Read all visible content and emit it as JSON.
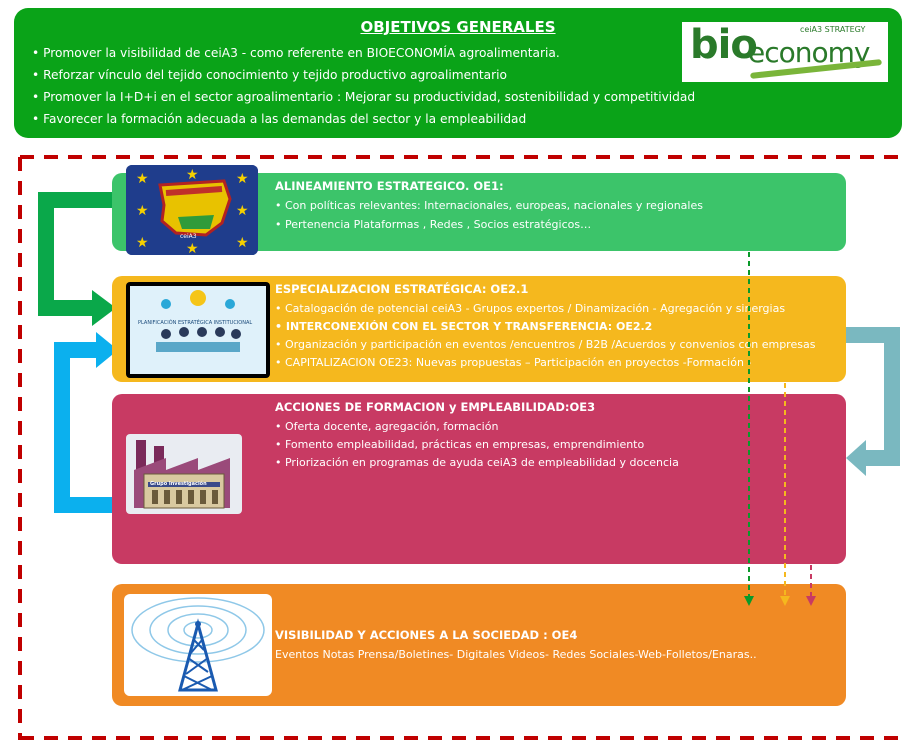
{
  "header": {
    "title": "OBJETIVOS GENERALES",
    "bullets": [
      "• Promover la visibilidad de ceiA3 - como referente en BIOECONOMÍA agroalimentaria.",
      "• Reforzar vínculo del tejido conocimiento y tejido productivo agroalimentario",
      "• Promover la I+D+i en el sector agroalimentario : Mejorar su productividad, sostenibilidad y competitividad",
      "• Favorecer la formación adecuada a las demandas del sector y la empleabilidad"
    ],
    "logo": {
      "bio": "bio",
      "economy": "economy",
      "strategy": "ceiA3 STRATEGY"
    }
  },
  "oe1": {
    "title": "ALINEAMIENTO ESTRATEGICO. OE1:",
    "lines": [
      "• Con políticas relevantes: Internacionales, europeas, nacionales y regionales",
      "• Pertenencia Plataformas , Redes , Socios estratégicos…"
    ],
    "image_caption": "ceiA3",
    "color": "#3cc46a"
  },
  "oe2": {
    "title": "ESPECIALIZACION ESTRATÉGICA: OE2.1",
    "lines": [
      "• Catalogación de potencial ceiA3 - Grupos expertos / Dinamización - Agregación y sinergias",
      "• INTERCONEXIÓN CON EL SECTOR Y TRANSFERENCIA: OE2.2",
      "• Organización y participación en eventos /encuentros / B2B /Acuerdos y convenios con empresas",
      "• CAPITALIZACION OE23: Nuevas propuestas – Participación en proyectos -Formación -"
    ],
    "image_caption": "PLANIFICACIÓN ESTRATÉGICA INSTITUCIONAL",
    "color": "#f5b81e"
  },
  "oe3": {
    "title": "ACCIONES DE FORMACION y EMPLEABILIDAD:OE3",
    "lines": [
      "• Oferta docente, agregación, formación",
      "• Fomento empleabilidad, prácticas en empresas, emprendimiento",
      "• Priorización en programas de ayuda ceiA3 de empleabilidad y docencia"
    ],
    "image_caption": "Grupo Investigación",
    "color": "#c83a63"
  },
  "oe4": {
    "title": "VISIBILIDAD Y ACCIONES A LA SOCIEDAD : OE4",
    "lines": [
      "Eventos Notas Prensa/Boletines- Digitales Videos- Redes Sociales-Web-Folletos/Enaras.."
    ],
    "color": "#f08a24"
  },
  "colors": {
    "header": "#0aa318",
    "dashed_border": "#c00000",
    "arrow_green": "#0aa84a",
    "arrow_blue": "#0bb0ee",
    "arrow_teal": "#7ab8c0"
  }
}
